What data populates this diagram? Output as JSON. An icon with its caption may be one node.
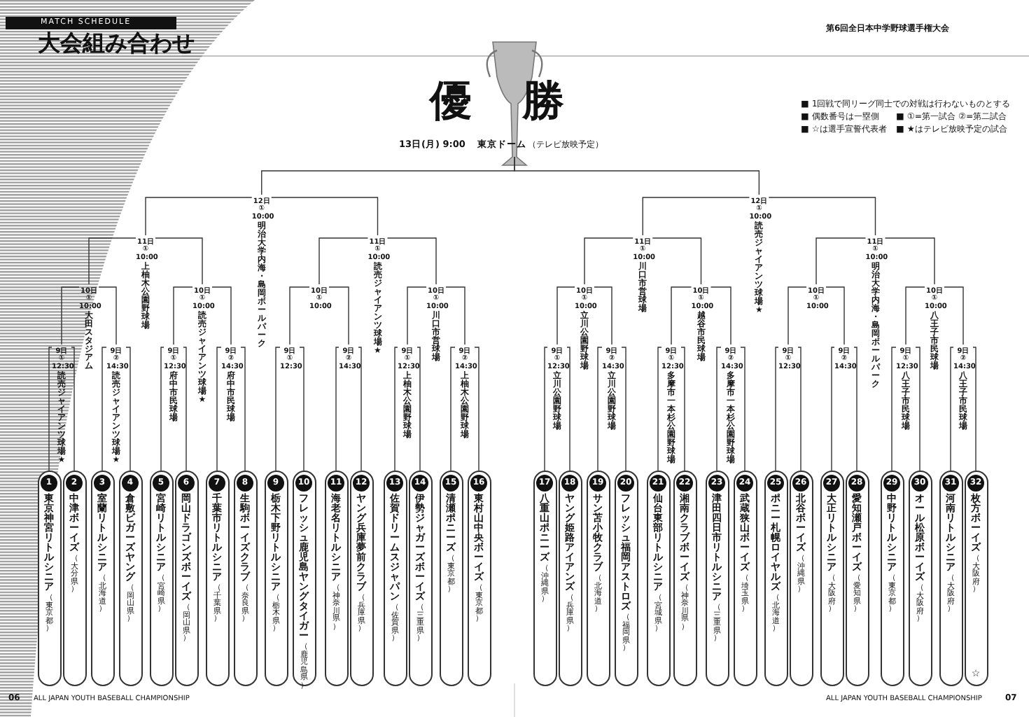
{
  "diagram": {
    "title": "大会組み合わせ",
    "nodes": [
      {
        "text": [
          "1",
          "東京神宮リトルシニア",
          "（東京都）"
        ]
      },
      {
        "text": [
          "2",
          "中津ボーイズ",
          "（大分県）"
        ]
      },
      {
        "text": [
          "3",
          "室蘭リトルシニア",
          "（北海道）"
        ]
      },
      {
        "text": [
          "4",
          "倉敷ビガーズヤング",
          "（岡山県）"
        ]
      },
      {
        "text": [
          "5",
          "宮崎リトルシニア",
          "（宮崎県）"
        ]
      },
      {
        "text": [
          "6",
          "岡山ドラゴンズボーイズ",
          "（岡山県）"
        ]
      },
      {
        "text": [
          "7",
          "千葉市リトルシニア",
          "（千葉県）"
        ]
      },
      {
        "text": [
          "8",
          "生駒ボーイズクラブ",
          "（奈良県）"
        ]
      },
      {
        "text": [
          "9",
          "栃木下野リトルシニア",
          "（栃木県）"
        ]
      },
      {
        "text": [
          "10",
          "フレッシュ鹿児島ヤングタイガー",
          "（鹿児島県）"
        ]
      },
      {
        "text": [
          "11",
          "海老名リトルシニア",
          "（神奈川県）"
        ]
      },
      {
        "text": [
          "12",
          "ヤング兵庫夢前クラブ",
          "（兵庫県）"
        ]
      },
      {
        "text": [
          "13",
          "佐賀ドリームスジャパン",
          "（佐賀県）"
        ]
      },
      {
        "text": [
          "14",
          "伊勢ジャガーズボーイズ",
          "（三重県）"
        ]
      },
      {
        "text": [
          "15",
          "清瀬ポニーズ",
          "（東京都）"
        ]
      },
      {
        "text": [
          "16",
          "東村山中央ボーイズ",
          "（東京都）"
        ]
      },
      {
        "text": [
          "17",
          "八重山ポニーズ",
          "（沖縄県）"
        ]
      },
      {
        "text": [
          "18",
          "ヤング姫路アイアンズ",
          "（兵庫県）"
        ]
      },
      {
        "text": [
          "19",
          "サン苫小牧クラブ",
          "（北海道）"
        ]
      },
      {
        "text": [
          "20",
          "フレッシュ福岡アストロズ",
          "（福岡県）"
        ]
      },
      {
        "text": [
          "21",
          "仙台東部リトルシニア",
          "（宮城県）"
        ]
      },
      {
        "text": [
          "22",
          "湘南クラブボーイズ",
          "（神奈川県）"
        ]
      },
      {
        "text": [
          "23",
          "津田四日市リトルシニア",
          "（三重県）"
        ]
      },
      {
        "text": [
          "24",
          "武蔵狭山ボーイズ",
          "（埼玉県）"
        ]
      },
      {
        "text": [
          "25",
          "ポニー札幌ロイヤルズ",
          "（北海道）"
        ]
      },
      {
        "text": [
          "26",
          "北谷ボーイズ",
          "（沖縄県）"
        ]
      },
      {
        "text": [
          "27",
          "大正リトルシニア",
          "（大阪府）"
        ]
      },
      {
        "text": [
          "28",
          "愛知瀬戸ボーイズ",
          "（愛知県）"
        ]
      },
      {
        "text": [
          "29",
          "中野リトルシニア",
          "（東京都）"
        ]
      },
      {
        "text": [
          "30",
          "オール松原ボーイズ",
          "（大阪府）"
        ]
      },
      {
        "text": [
          "31",
          "河南リトルシニア",
          "（大阪府）"
        ]
      },
      {
        "text": [
          "32",
          "枚方ボーイズ",
          "（大阪府）",
          "☆"
        ]
      },
      {
        "text": [
          "9日 ① 12:30",
          "読売ジャイアンツ球場★"
        ]
      },
      {
        "text": [
          "9日 ② 14:30",
          "読売ジャイアンツ球場★"
        ]
      },
      {
        "text": [
          "9日 ① 12:30",
          "府中市民球場"
        ]
      },
      {
        "text": [
          "9日 ② 14:30",
          "府中市民球場"
        ]
      },
      {
        "text": [
          "9日 ① 12:30"
        ]
      },
      {
        "text": [
          "9日 ② 14:30"
        ]
      },
      {
        "text": [
          "9日 ① 12:30",
          "上柚木公園野球場"
        ]
      },
      {
        "text": [
          "9日 ② 14:30",
          "上柚木公園野球場"
        ]
      },
      {
        "text": [
          "9日 ① 12:30",
          "立川公園野球場"
        ]
      },
      {
        "text": [
          "9日 ② 14:30",
          "立川公園野球場"
        ]
      },
      {
        "text": [
          "9日 ① 12:30",
          "多摩市一本杉公園野球場"
        ]
      },
      {
        "text": [
          "9日 ② 14:30",
          "多摩市一本杉公園野球場"
        ]
      },
      {
        "text": [
          "9日 ① 12:30"
        ]
      },
      {
        "text": [
          "9日 ② 14:30"
        ]
      },
      {
        "text": [
          "9日 ① 12:30",
          "八王子市民球場"
        ]
      },
      {
        "text": [
          "9日 ② 14:30",
          "八王子市民球場"
        ]
      },
      {
        "text": [
          "10日 ① 10:00",
          "大田スタジアム"
        ]
      },
      {
        "text": [
          "10日 ① 10:00",
          "読売ジャイアンツ球場★"
        ]
      },
      {
        "text": [
          "10日 ① 10:00"
        ]
      },
      {
        "text": [
          "10日 ① 10:00",
          "川口市営球場"
        ]
      },
      {
        "text": [
          "10日 ① 10:00",
          "立川公園野球場"
        ]
      },
      {
        "text": [
          "10日 ① 10:00",
          "越谷市民球場"
        ]
      },
      {
        "text": [
          "10日 ① 10:00"
        ]
      },
      {
        "text": [
          "10日 ① 10:00",
          "八王子市民球場"
        ]
      },
      {
        "text": [
          "11日 ① 10:00",
          "上柚木公園野球場"
        ]
      },
      {
        "text": [
          "11日 ① 10:00",
          "読売ジャイアンツ球場★"
        ]
      },
      {
        "text": [
          "11日 ① 10:00",
          "川口市営球場"
        ]
      },
      {
        "text": [
          "11日 ① 10:00",
          "明治大学内海・島岡ボールパーク"
        ]
      },
      {
        "text": [
          "12日 ① 10:00",
          "明治大学内海・島岡ボールパーク"
        ]
      },
      {
        "text": [
          "12日 ① 10:00",
          "読売ジャイアンツ球場★"
        ]
      },
      {
        "text": [
          "優勝",
          "13日(月) 9:00",
          "東京ドーム",
          "（テレビ放映予定）"
        ]
      }
    ],
    "edges": [
      {
        "from": 0,
        "to": 32,
        "arrow": "none"
      },
      {
        "from": 1,
        "to": 32,
        "arrow": "none"
      },
      {
        "from": 2,
        "to": 33,
        "arrow": "none"
      },
      {
        "from": 3,
        "to": 33,
        "arrow": "none"
      },
      {
        "from": 4,
        "to": 34,
        "arrow": "none"
      },
      {
        "from": 5,
        "to": 34,
        "arrow": "none"
      },
      {
        "from": 6,
        "to": 35,
        "arrow": "none"
      },
      {
        "from": 7,
        "to": 35,
        "arrow": "none"
      },
      {
        "from": 8,
        "to": 36,
        "arrow": "none"
      },
      {
        "from": 9,
        "to": 36,
        "arrow": "none"
      },
      {
        "from": 10,
        "to": 37,
        "arrow": "none"
      },
      {
        "from": 11,
        "to": 37,
        "arrow": "none"
      },
      {
        "from": 12,
        "to": 38,
        "arrow": "none"
      },
      {
        "from": 13,
        "to": 38,
        "arrow": "none"
      },
      {
        "from": 14,
        "to": 39,
        "arrow": "none"
      },
      {
        "from": 15,
        "to": 39,
        "arrow": "none"
      },
      {
        "from": 16,
        "to": 40,
        "arrow": "none"
      },
      {
        "from": 17,
        "to": 40,
        "arrow": "none"
      },
      {
        "from": 18,
        "to": 41,
        "arrow": "none"
      },
      {
        "from": 19,
        "to": 41,
        "arrow": "none"
      },
      {
        "from": 20,
        "to": 42,
        "arrow": "none"
      },
      {
        "from": 21,
        "to": 42,
        "arrow": "none"
      },
      {
        "from": 22,
        "to": 43,
        "arrow": "none"
      },
      {
        "from": 23,
        "to": 43,
        "arrow": "none"
      },
      {
        "from": 24,
        "to": 44,
        "arrow": "none"
      },
      {
        "from": 25,
        "to": 44,
        "arrow": "none"
      },
      {
        "from": 26,
        "to": 45,
        "arrow": "none"
      },
      {
        "from": 27,
        "to": 45,
        "arrow": "none"
      },
      {
        "from": 28,
        "to": 46,
        "arrow": "none"
      },
      {
        "from": 29,
        "to": 46,
        "arrow": "none"
      },
      {
        "from": 30,
        "to": 47,
        "arrow": "none"
      },
      {
        "from": 31,
        "to": 47,
        "arrow": "none"
      },
      {
        "from": 32,
        "to": 48,
        "arrow": "none"
      },
      {
        "from": 33,
        "to": 48,
        "arrow": "none"
      },
      {
        "from": 34,
        "to": 49,
        "arrow": "none"
      },
      {
        "from": 35,
        "to": 49,
        "arrow": "none"
      },
      {
        "from": 36,
        "to": 50,
        "arrow": "none"
      },
      {
        "from": 37,
        "to": 50,
        "arrow": "none"
      },
      {
        "from": 38,
        "to": 51,
        "arrow": "none"
      },
      {
        "from": 39,
        "to": 51,
        "arrow": "none"
      },
      {
        "from": 40,
        "to": 52,
        "arrow": "none"
      },
      {
        "from": 41,
        "to": 52,
        "arrow": "none"
      },
      {
        "from": 42,
        "to": 53,
        "arrow": "none"
      },
      {
        "from": 43,
        "to": 53,
        "arrow": "none"
      },
      {
        "from": 44,
        "to": 54,
        "arrow": "none"
      },
      {
        "from": 45,
        "to": 54,
        "arrow": "none"
      },
      {
        "from": 46,
        "to": 55,
        "arrow": "none"
      },
      {
        "from": 47,
        "to": 55,
        "arrow": "none"
      },
      {
        "from": 48,
        "to": 56,
        "arrow": "none"
      },
      {
        "from": 49,
        "to": 56,
        "arrow": "none"
      },
      {
        "from": 50,
        "to": 57,
        "arrow": "none"
      },
      {
        "from": 51,
        "to": 57,
        "arrow": "none"
      },
      {
        "from": 52,
        "to": 58,
        "arrow": "none"
      },
      {
        "from": 53,
        "to": 58,
        "arrow": "none"
      },
      {
        "from": 54,
        "to": 59,
        "arrow": "none"
      },
      {
        "from": 55,
        "to": 59,
        "arrow": "none"
      },
      {
        "from": 56,
        "to": 60,
        "arrow": "none"
      },
      {
        "from": 57,
        "to": 60,
        "arrow": "none"
      },
      {
        "from": 58,
        "to": 61,
        "arrow": "none"
      },
      {
        "from": 59,
        "to": 61,
        "arrow": "none"
      },
      {
        "from": 60,
        "to": 62,
        "arrow": "none"
      },
      {
        "from": 61,
        "to": 62,
        "arrow": "none"
      }
    ],
    "labels": [
      "MATCH SCHEDULE",
      "第6回全日本中学野球選手権大会",
      "■ 1回戦で同リーグ同士での対戦は行わないものとする",
      "■ 偶数番号は一塁側",
      "■ ①=第一試合 ②=第二試合",
      "■ ☆は選手宣誓代表者",
      "■ ★はテレビ放映予定の試合",
      "06",
      "ALL JAPAN YOUTH BASEBALL CHAMPIONSHIP",
      "ALL JAPAN YOUTH BASEBALL CHAMPIONSHIP",
      "07"
    ]
  }
}
